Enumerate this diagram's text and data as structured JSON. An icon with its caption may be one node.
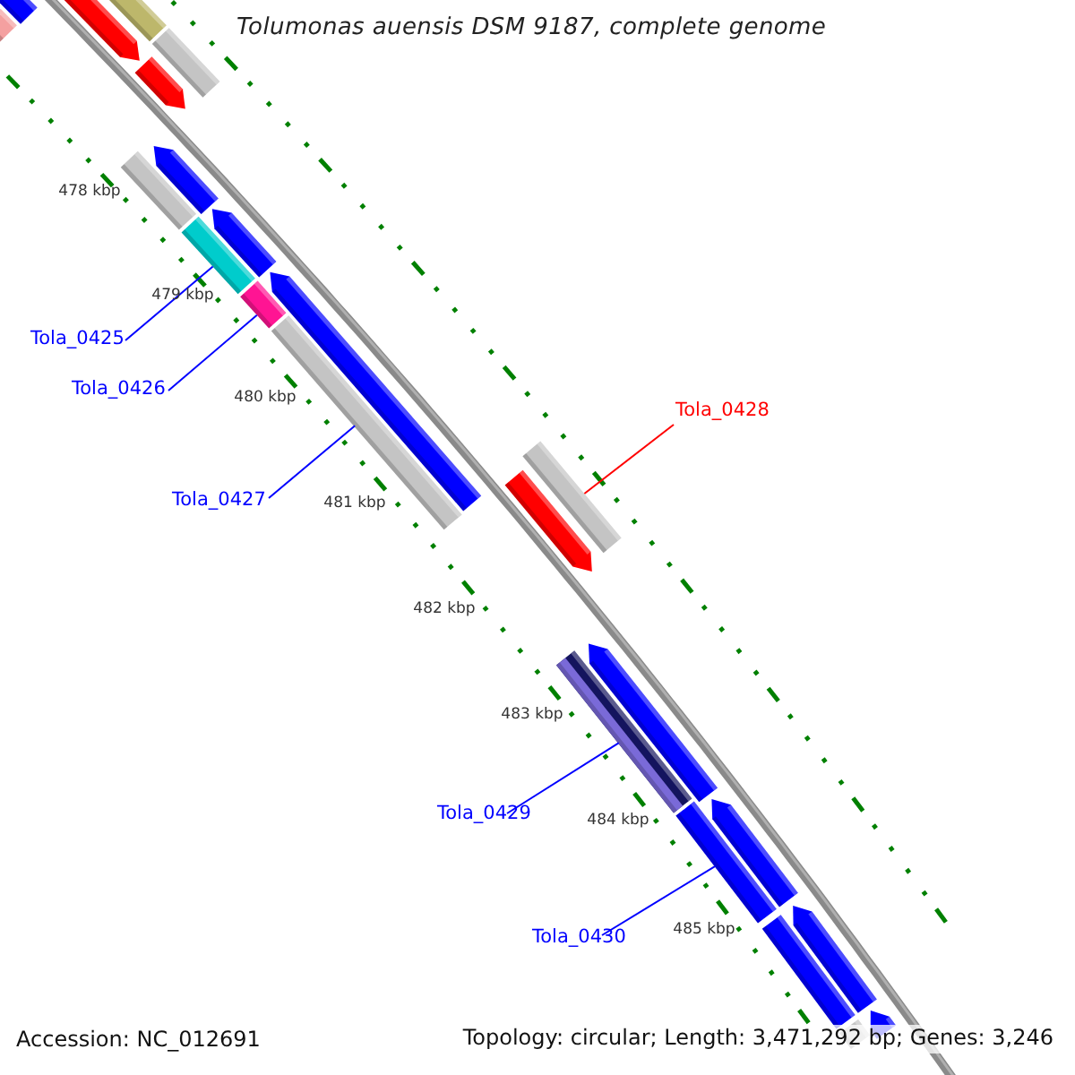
{
  "diagram": {
    "title": "Tolumonas auensis DSM 9187, complete genome",
    "nodes": [
      {
        "text": [
          "Tola_0425"
        ]
      },
      {
        "text": [
          "Tola_0426"
        ]
      },
      {
        "text": [
          "Tola_0427"
        ]
      },
      {
        "text": [
          "Tola_0428"
        ]
      },
      {
        "text": [
          "Tola_0429"
        ]
      },
      {
        "text": [
          "Tola_0430"
        ]
      },
      {
        "text": [],
        "shape": "bar"
      },
      {
        "text": [],
        "shape": "bar"
      },
      {
        "text": [],
        "shape": "bar"
      },
      {
        "text": [],
        "shape": "bar"
      },
      {
        "text": [],
        "shape": "bar"
      },
      {
        "text": [],
        "shape": "bar"
      },
      {
        "text": [],
        "shape": "bar"
      },
      {
        "text": [],
        "shape": "bar"
      },
      {
        "text": [],
        "shape": "bar"
      },
      {
        "text": [],
        "shape": "bar"
      },
      {
        "text": [],
        "shape": "bar"
      },
      {
        "text": [],
        "shape": "bar"
      },
      {
        "text": [],
        "shape": "bar"
      },
      {
        "text": [],
        "shape": "bar"
      },
      {
        "text": [],
        "shape": "bar"
      },
      {
        "text": [],
        "shape": "bar"
      },
      {
        "text": [],
        "shape": "bar"
      },
      {
        "text": [],
        "shape": "bar"
      },
      {
        "text": [],
        "shape": "bar"
      },
      {
        "text": [],
        "shape": "bar"
      },
      {
        "text": [],
        "shape": "bar"
      },
      {
        "text": [],
        "shape": "bar"
      },
      {
        "text": [],
        "shape": "bar"
      }
    ],
    "edges": [
      {
        "from": 0,
        "to": 14,
        "arrow": "none"
      },
      {
        "from": 1,
        "to": 16,
        "arrow": "none"
      },
      {
        "from": 2,
        "to": 18,
        "arrow": "none"
      },
      {
        "from": 3,
        "to": 19,
        "arrow": "none",
        "color": "#ff0000"
      },
      {
        "from": 4,
        "to": 21,
        "arrow": "none"
      },
      {
        "from": 5,
        "to": 23,
        "arrow": "none"
      }
    ],
    "labels": [
      "478 kbp",
      "479 kbp",
      "480 kbp",
      "481 kbp",
      "482 kbp",
      "483 kbp",
      "484 kbp",
      "485 kbp",
      "Accession: NC_012691",
      "Topology: circular; Length: 3,471,292 bp; Genes: 3,246"
    ]
  }
}
